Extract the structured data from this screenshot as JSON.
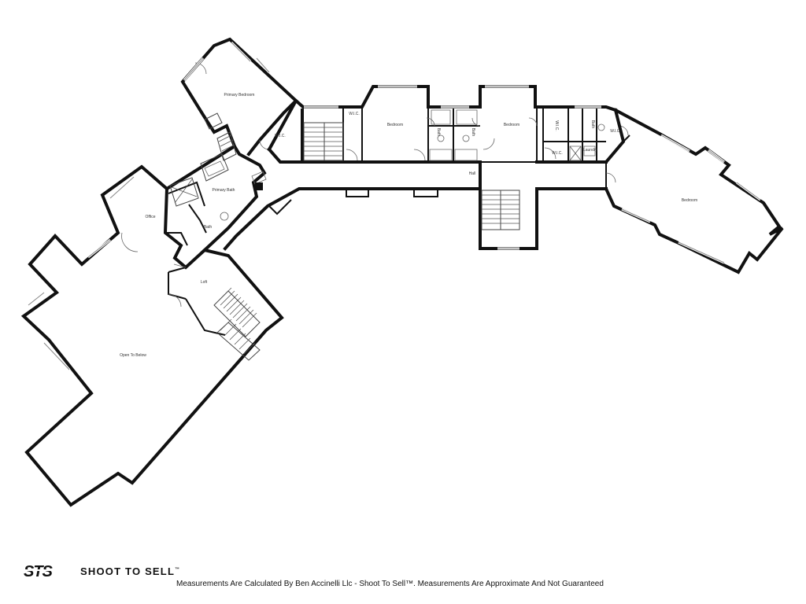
{
  "rooms": {
    "primary_bedroom": "Primary Bedroom",
    "wic_primary": "W.I.C.",
    "wic_hall_left": "W.I.C.",
    "bedroom_2": "Bedroom",
    "bath_left": "Bath",
    "bath_right": "Bath",
    "bedroom_3": "Bedroom",
    "wic_3": "W.I.C.",
    "bath_3": "Bath",
    "wic_lower": "W.I.C.",
    "laundry": "Laundry",
    "wic_bedroom_4": "W.I.C.",
    "bedroom_4": "Bedroom",
    "hall": "Hall",
    "primary_bath": "Primary Bath",
    "office": "Office",
    "bath_small": "Bath",
    "loft": "Loft",
    "open_to_below": "Open To Below"
  },
  "footer": {
    "logo_text": "STS",
    "brand": "SHOOT TO SELL",
    "brand_mark": "™",
    "disclaimer": "Measurements Are Calculated By Ben Accinelli Llc - Shoot To Sell™. Measurements Are Approximate And Not Guaranteed"
  }
}
